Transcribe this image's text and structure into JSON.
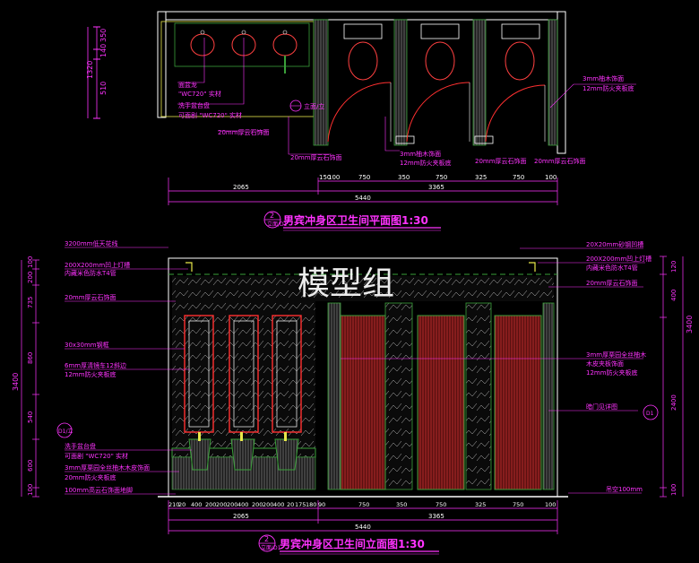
{
  "watermark": "模型组",
  "plan": {
    "title": "男宾冲身区卫生间平面图1:30",
    "symbol_top": "2",
    "symbol_bottom": "立面/D1",
    "left_dims": [
      "350",
      "140",
      "510",
      "1320"
    ],
    "notes_left": [
      "面盆龙",
      "\"WC720\" 实材",
      "洗手盆台盘",
      "可面剧 \"WC720\" 实材",
      "20mm厚云石饰面"
    ],
    "notes_bottom": [
      "20mm厚云石饰面",
      "3mm柚木饰面",
      "12mm防火夹板底",
      "20mm厚云石饰面",
      "20mm厚云石饰面"
    ],
    "notes_right": [
      "3mm柚木饰面",
      "12mm防火夹板底"
    ],
    "cut_label": "立面/立",
    "dims_row1": [
      "150",
      "100",
      "750",
      "350",
      "750",
      "325",
      "750",
      "100"
    ],
    "dims_row2": [
      "2065",
      "3365"
    ],
    "dims_total": "5440"
  },
  "elevation": {
    "title": "男宾冲身区卫生间立面图1:30",
    "symbol_top": "2",
    "symbol_bottom": "立面/D1",
    "notes_left": [
      "3200mm低天花线",
      "200X200mm凹上灯槽",
      "内藏米色防水T4管",
      "20mm厚云石饰面",
      "30x30mm钢框",
      "6mm厚清镜车12斜边",
      "12mm防火夹板底",
      "洗手盆台盘",
      "可面剧 \"WC720\" 实材",
      "3mm厚栗园全丝柚木木皮饰面",
      "20mm防火夹板底",
      "100mm高云石饰面地脚"
    ],
    "notes_right": [
      "20X20mm砂钢凹槽",
      "200X200mm凹上灯槽",
      "内藏米色防水T4管",
      "20mm厚云石饰面",
      "3mm厚栗园全丝柚木",
      "木皮夹板饰面",
      "12mm防火夹板底",
      "暗门见详图",
      "吊空100mm"
    ],
    "callout_left": "D1/立",
    "callout_right": "D1",
    "left_dims": [
      "100",
      "200",
      "735",
      "860",
      "540",
      "600",
      "100",
      "3400"
    ],
    "right_dims": [
      "120",
      "400",
      "2400",
      "100",
      "3400"
    ],
    "dims_row1": [
      "210",
      "20",
      "400",
      "200",
      "200",
      "200",
      "400",
      "200",
      "200",
      "400",
      "20",
      "175",
      "180",
      "90",
      "750",
      "350",
      "750",
      "325",
      "750",
      "100"
    ],
    "dims_row2": [
      "2065",
      "3365"
    ],
    "dims_total": "5440"
  }
}
